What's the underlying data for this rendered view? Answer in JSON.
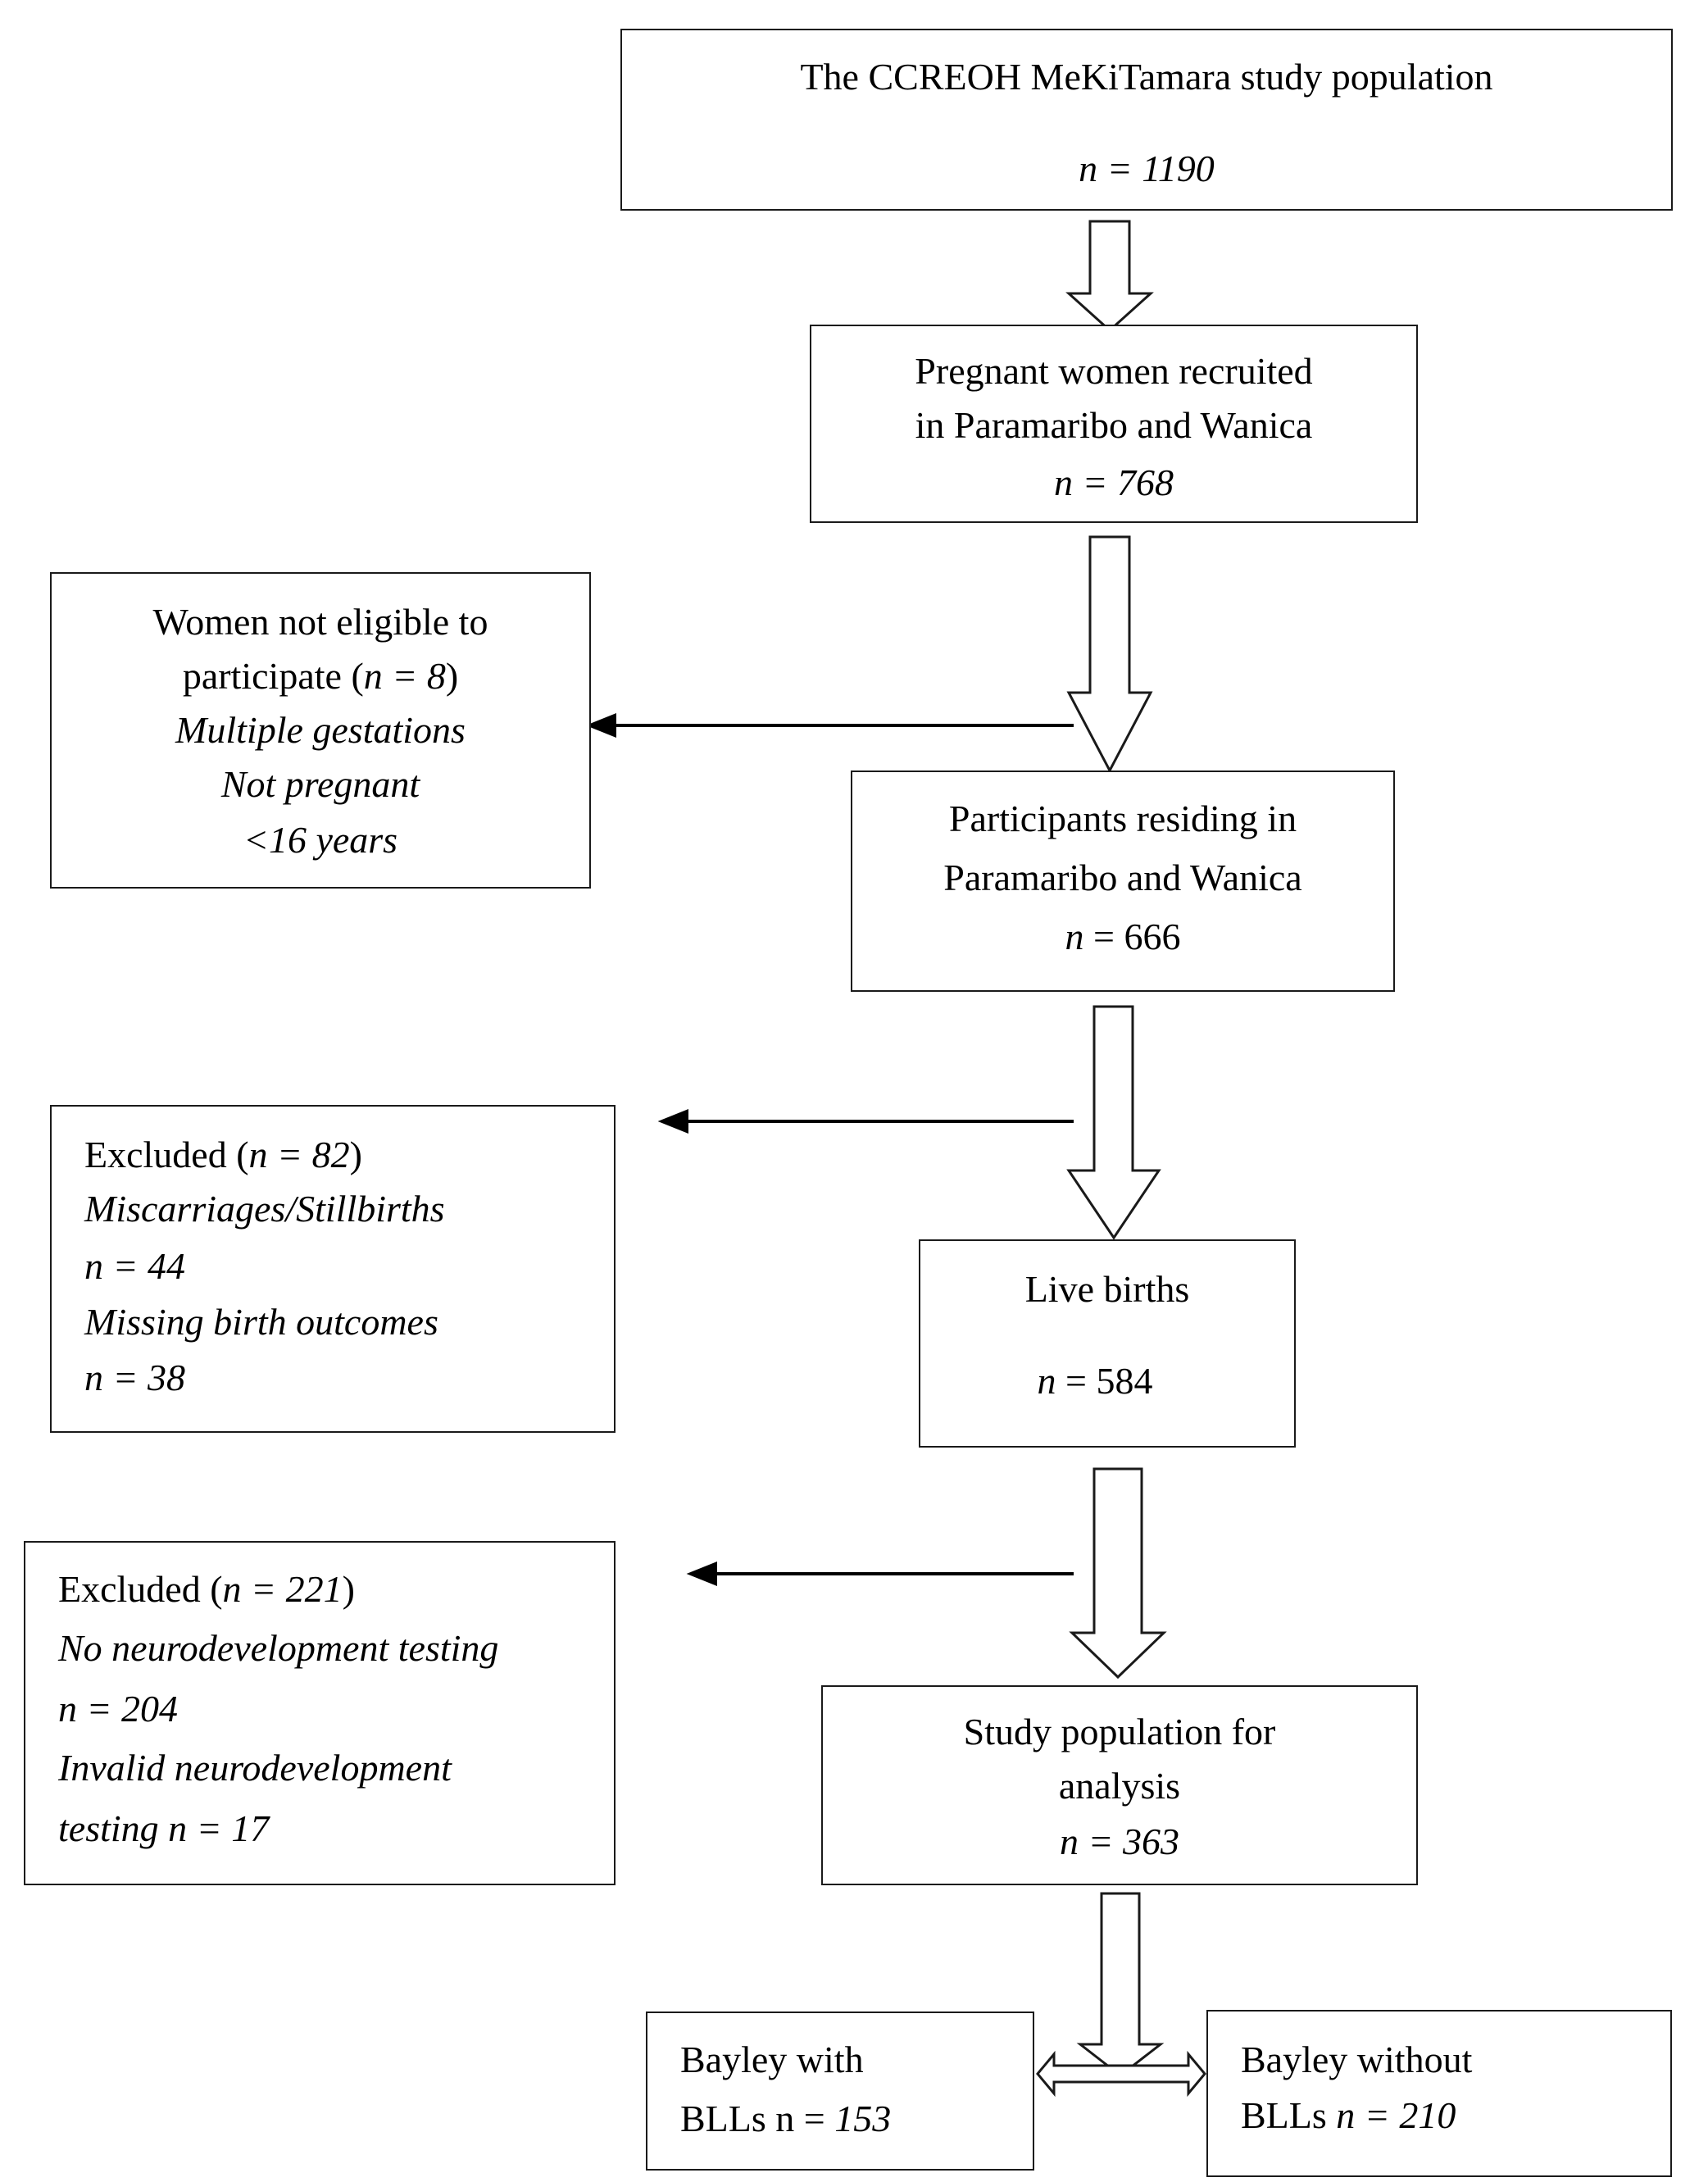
{
  "boxes": {
    "population": {
      "title": "The CCREOH MeKiTamara study population",
      "n": "n = 1190"
    },
    "recruited": {
      "line1": "Pregnant women recruited",
      "line2": "in Paramaribo and Wanica",
      "n": "n = 768"
    },
    "not_eligible": {
      "line1": "Women not eligible to",
      "line2_prefix": "participate (",
      "line2_n": "n = 8",
      "line2_suffix": ")",
      "reasons": [
        "Multiple gestations",
        "Not pregnant",
        "<16 years"
      ]
    },
    "residing": {
      "line1": "Participants residing in",
      "line2": "Paramaribo and Wanica",
      "n_var": "n",
      "n_rest": " = 666"
    },
    "excluded_1": {
      "prefix": "Excluded (",
      "n": "n = 82",
      "suffix": ")",
      "items": [
        "Miscarriages/Stillbirths",
        "n = 44",
        "Missing birth outcomes",
        "n = 38"
      ]
    },
    "live_births": {
      "title": "Live births",
      "n_var": "n",
      "n_rest": " = 584"
    },
    "excluded_2": {
      "prefix": "Excluded (",
      "n": "n = 221",
      "suffix": ")",
      "items": [
        "No neurodevelopment testing",
        "n = 204",
        "Invalid neurodevelopment",
        "testing n = 17"
      ]
    },
    "analysis": {
      "line1": "Study population for",
      "line2": "analysis",
      "n": "n = 363"
    },
    "bayley_with": {
      "line1": "Bayley with",
      "line2_prefix": "BLLs n = ",
      "line2_n": "153"
    },
    "bayley_without": {
      "line1": "Bayley without",
      "line2_prefix": "BLLs ",
      "line2_n": "n = 210"
    }
  }
}
